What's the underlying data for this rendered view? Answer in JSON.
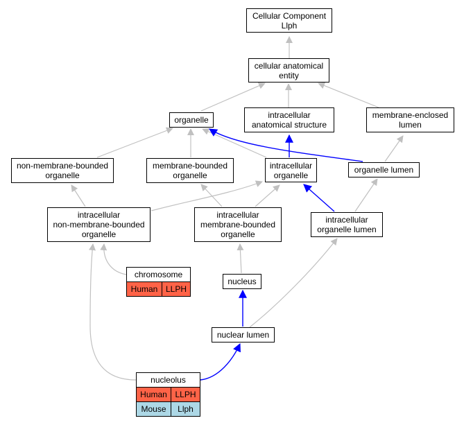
{
  "colors": {
    "is_a_edge": "#c0c0c0",
    "part_of_edge": "#0000ff",
    "human": "#ff6347",
    "mouse": "#add8e6"
  },
  "nodes": {
    "cellular_component": "Cellular Component\nLlph",
    "cellular_anatomical_entity": "cellular anatomical\nentity",
    "organelle": "organelle",
    "intracellular_anatomical_structure": "intracellular\nanatomical structure",
    "membrane_enclosed_lumen": "membrane-enclosed\nlumen",
    "non_membrane_bounded_organelle": "non-membrane-bounded\norganelle",
    "membrane_bounded_organelle": "membrane-bounded\norganelle",
    "intracellular_organelle": "intracellular\norganelle",
    "organelle_lumen": "organelle lumen",
    "intracellular_non_membrane_bounded_organelle": "intracellular\nnon-membrane-bounded\norganelle",
    "intracellular_membrane_bounded_organelle": "intracellular\nmembrane-bounded\norganelle",
    "intracellular_organelle_lumen": "intracellular\norganelle lumen",
    "chromosome": "chromosome",
    "nucleus": "nucleus",
    "nuclear_lumen": "nuclear lumen",
    "nucleolus": "nucleolus"
  },
  "annotations": {
    "chromosome": {
      "species": "Human",
      "gene": "LLPH"
    },
    "nucleolus_human": {
      "species": "Human",
      "gene": "LLPH"
    },
    "nucleolus_mouse": {
      "species": "Mouse",
      "gene": "Llph"
    }
  }
}
